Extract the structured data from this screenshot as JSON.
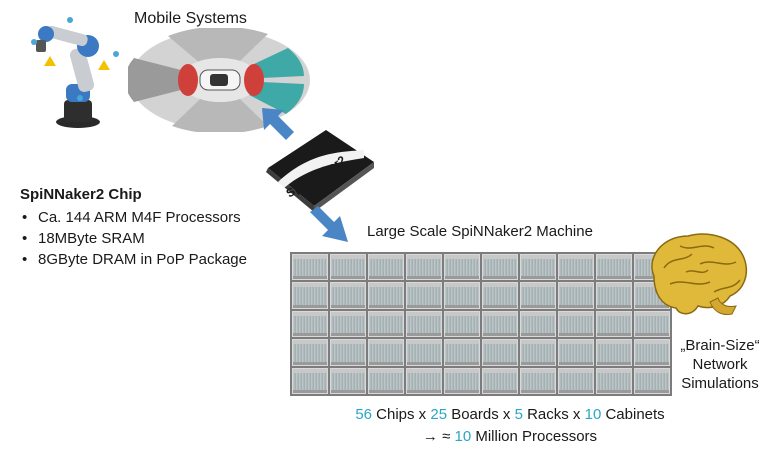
{
  "mobile": {
    "title": "Mobile Systems"
  },
  "chip": {
    "label": "SpiNNaker2",
    "heading": "SpiNNaker2 Chip",
    "bullets": [
      "Ca. 144 ARM M4F Processors",
      "18MByte SRAM",
      "8GByte DRAM in PoP Package"
    ]
  },
  "machine": {
    "title": "Large Scale SpiNNaker2 Machine"
  },
  "brain": {
    "line1": "„Brain-Size“",
    "line2": "Network",
    "line3": "Simulations"
  },
  "formula": {
    "chips": "56",
    "chips_label": " Chips x ",
    "boards": "25",
    "boards_label": " Boards x ",
    "racks": "5",
    "racks_label": " Racks x ",
    "cabinets": "10",
    "cabinets_label": " Cabinets",
    "arrow": "→ ≈ ",
    "processors": "10",
    "processors_label": " Million Processors"
  },
  "colors": {
    "accent": "#2aa6c8",
    "arrow": "#4a86c5",
    "chip_body": "#1a1a1a",
    "brain": "#e0b93a"
  },
  "rack_grid": {
    "columns": 10,
    "rows": 5
  }
}
